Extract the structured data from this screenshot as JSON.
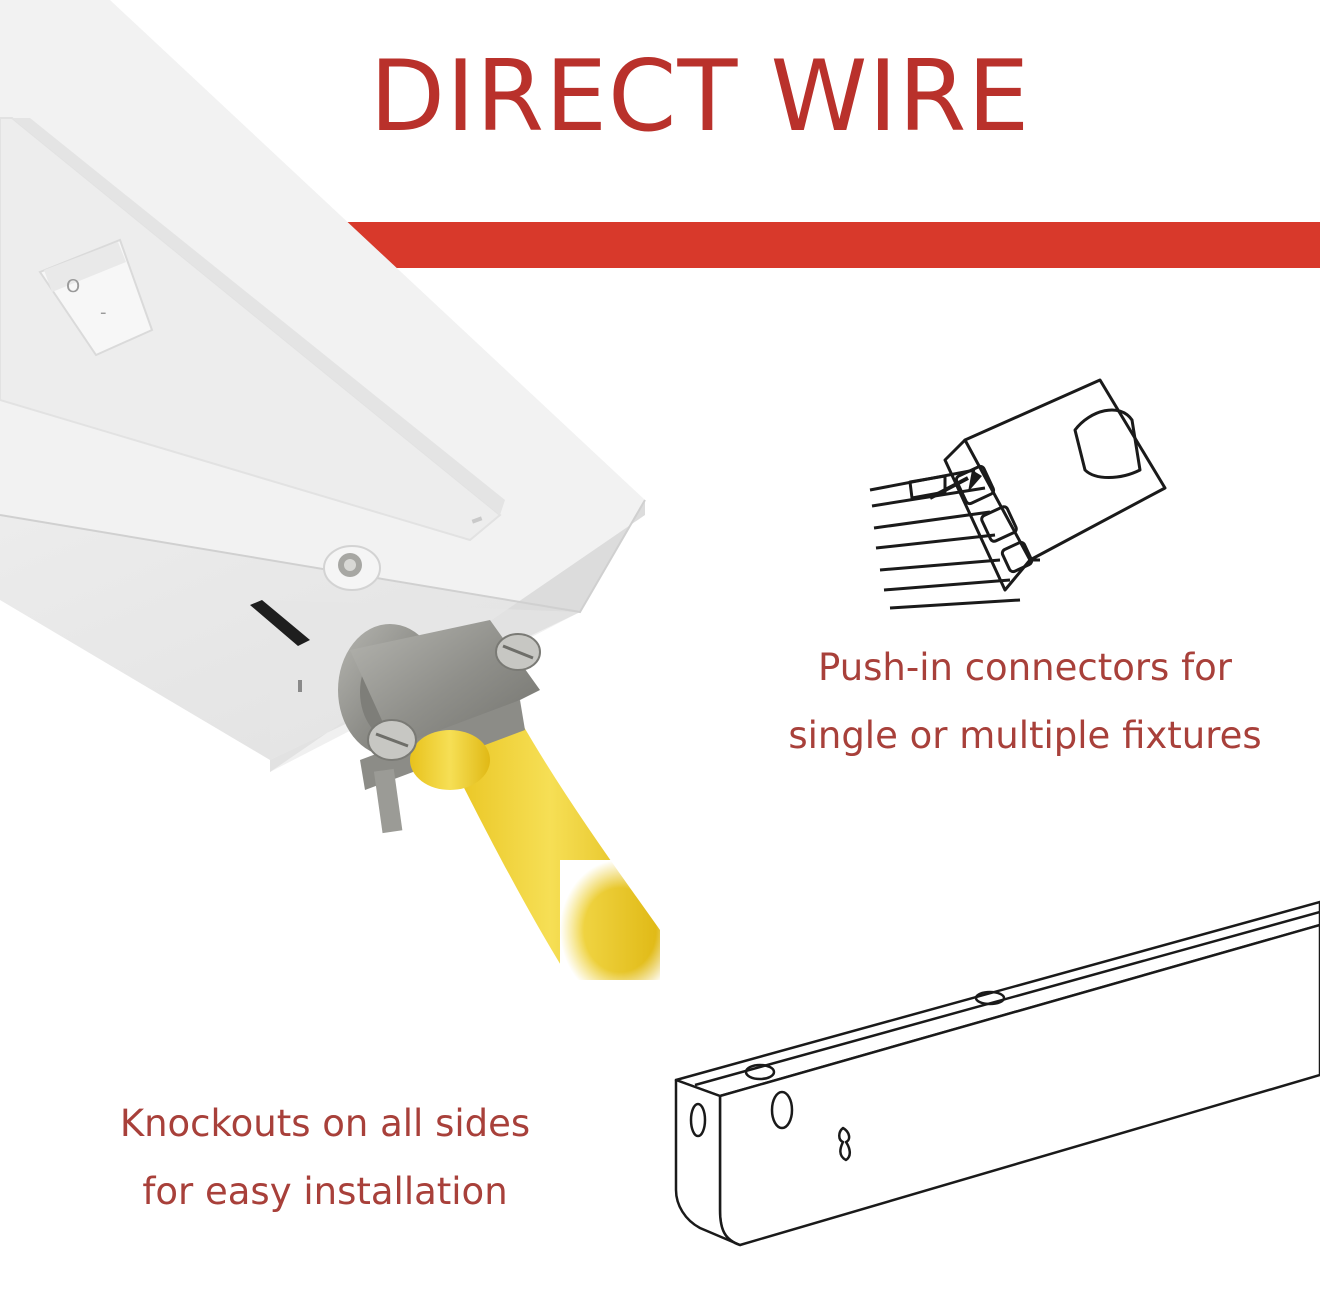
{
  "title": "DIRECT WIRE",
  "push_in": {
    "line1": "Push-in connectors for",
    "line2": "single or multiple fixtures",
    "icon": "push-in-connector-drawing"
  },
  "knockouts": {
    "line1": "Knockouts on all sides",
    "line2": "for easy installation",
    "icon": "fixture-channel-drawing"
  },
  "switch": {
    "off_symbol": "O",
    "on_symbol": "-"
  },
  "colors": {
    "accent": "#d8392b",
    "text": "#a8403a",
    "cable": "#f2d63a",
    "fixture": "#f3f3f3"
  }
}
